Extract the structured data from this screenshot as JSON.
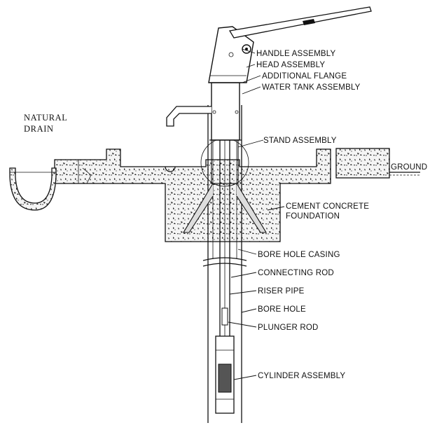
{
  "labels": {
    "handle_assembly": "HANDLE ASSEMBLY",
    "head_assembly": "HEAD ASSEMBLY",
    "additional_flange": "ADDITIONAL FLANGE",
    "water_tank_assembly": "WATER TANK ASSEMBLY",
    "natural_drain_1": "NATURAL",
    "natural_drain_2": "DRAIN",
    "stand_assembly": "STAND ASSEMBLY",
    "ground": "GROUND",
    "cement_concrete_1": "CEMENT CONCRETE",
    "cement_concrete_2": "FOUNDATION",
    "bore_hole_casing": "BORE HOLE CASING",
    "connecting_rod": "CONNECTING ROD",
    "riser_pipe": "RISER PIPE",
    "bore_hole": "BORE HOLE",
    "plunger_rod": "PLUNGER ROD",
    "cylinder_assembly": "CYLINDER ASSEMBLY"
  },
  "colors": {
    "ink": "#111111",
    "background": "#ffffff",
    "concrete": "#f2f2f2"
  }
}
